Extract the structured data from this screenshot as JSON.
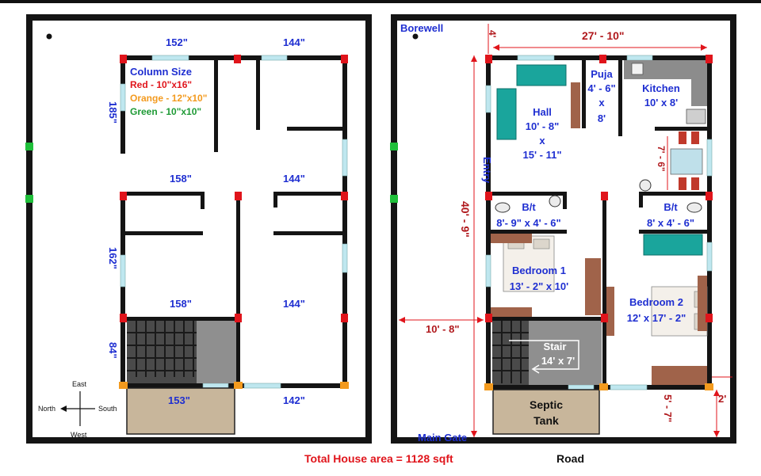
{
  "left_plan": {
    "legend": {
      "title": "Column   Size",
      "red": "Red       - 10\"x16\"",
      "orange": "Orange  - 12\"x10\"",
      "green": "Green    - 10\"x10\"",
      "colors": {
        "red": "#e0141b",
        "orange": "#f39a1e",
        "green": "#1fbf3a"
      }
    },
    "dims": {
      "top_a": "152\"",
      "top_b": "144\"",
      "mid_a": "158\"",
      "mid_b": "144\"",
      "low_a": "158\"",
      "low_b": "144\"",
      "bot_a": "153\"",
      "bot_b": "142\"",
      "side_1": "185\"",
      "side_2": "162\"",
      "side_3": "84\""
    },
    "compass": {
      "east": "East",
      "west": "West",
      "north": "North",
      "south": "South"
    }
  },
  "right_plan": {
    "borewell": "Borewell",
    "rooms": {
      "hall": [
        "Hall",
        "10' - 8\"",
        "x",
        "15' - 11\""
      ],
      "puja": [
        "Puja",
        "4' - 6\"",
        "x",
        "8'"
      ],
      "kitchen": [
        "Kitchen",
        "10' x 8'"
      ],
      "bt1": [
        "B/t",
        "8'- 9\" x 4' - 6\""
      ],
      "bt2": [
        "B/t",
        "8' x 4' - 6\""
      ],
      "bedroom1": [
        "Bedroom 1",
        "13' - 2\" x 10'"
      ],
      "bedroom2": [
        "Bedroom 2",
        "12' x 17' - 2\""
      ],
      "stair": [
        "Stair",
        "14' x 7'"
      ],
      "septic": [
        "Septic",
        "Tank"
      ]
    },
    "entry": "Entry",
    "main_gate": "Main Gate",
    "dims": {
      "top_gap": "4'",
      "width": "27' - 10\"",
      "height": "40' - 9\"",
      "dining": "7' - 6\"",
      "left_gap": "10' - 8\"",
      "bottom_gap": "5' - 7\"",
      "right_gap": "2'"
    }
  },
  "footer": {
    "area": "Total House area = 1128 sqft",
    "road": "Road"
  }
}
